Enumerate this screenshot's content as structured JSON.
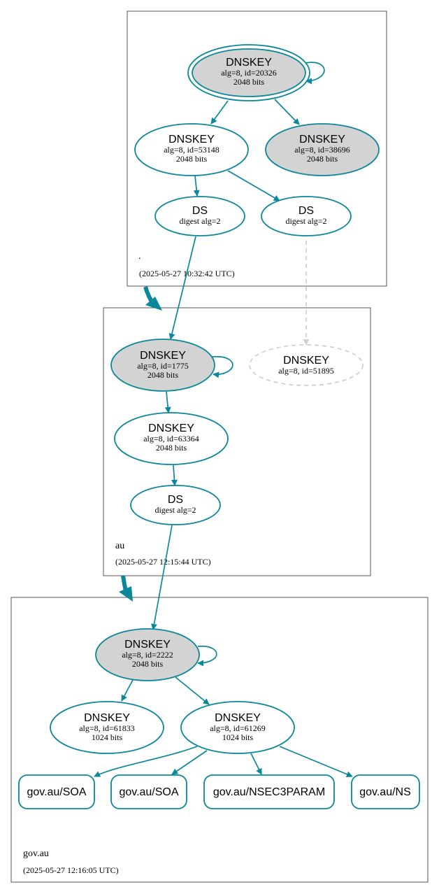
{
  "zones": {
    "root": {
      "name": ".",
      "timestamp": "(2025-05-27 10:32:42 UTC)"
    },
    "au": {
      "name": "au",
      "timestamp": "(2025-05-27 12:15:44 UTC)"
    },
    "gov_au": {
      "name": "gov.au",
      "timestamp": "(2025-05-27 12:16:05 UTC)"
    }
  },
  "nodes": {
    "root_ksk": {
      "title": "DNSKEY",
      "line1": "alg=8, id=20326",
      "line2": "2048 bits"
    },
    "root_zsk1": {
      "title": "DNSKEY",
      "line1": "alg=8, id=53148",
      "line2": "2048 bits"
    },
    "root_zsk2": {
      "title": "DNSKEY",
      "line1": "alg=8, id=38696",
      "line2": "2048 bits"
    },
    "root_ds1": {
      "title": "DS",
      "line1": "digest alg=2"
    },
    "root_ds2": {
      "title": "DS",
      "line1": "digest alg=2"
    },
    "au_ksk": {
      "title": "DNSKEY",
      "line1": "alg=8, id=1775",
      "line2": "2048 bits"
    },
    "au_missing": {
      "title": "DNSKEY",
      "line1": "alg=8, id=51895"
    },
    "au_zsk": {
      "title": "DNSKEY",
      "line1": "alg=8, id=63364",
      "line2": "2048 bits"
    },
    "au_ds": {
      "title": "DS",
      "line1": "digest alg=2"
    },
    "gov_ksk": {
      "title": "DNSKEY",
      "line1": "alg=8, id=2222",
      "line2": "2048 bits"
    },
    "gov_zsk1": {
      "title": "DNSKEY",
      "line1": "alg=8, id=61833",
      "line2": "1024 bits"
    },
    "gov_zsk2": {
      "title": "DNSKEY",
      "line1": "alg=8, id=61269",
      "line2": "1024 bits"
    }
  },
  "records": {
    "soa1": "gov.au/SOA",
    "soa2": "gov.au/SOA",
    "nsec3param": "gov.au/NSEC3PARAM",
    "ns": "gov.au/NS"
  },
  "colors": {
    "edge": "#0a879a",
    "key_fill": "#d3d3d3",
    "missing": "#d0d0d0"
  }
}
